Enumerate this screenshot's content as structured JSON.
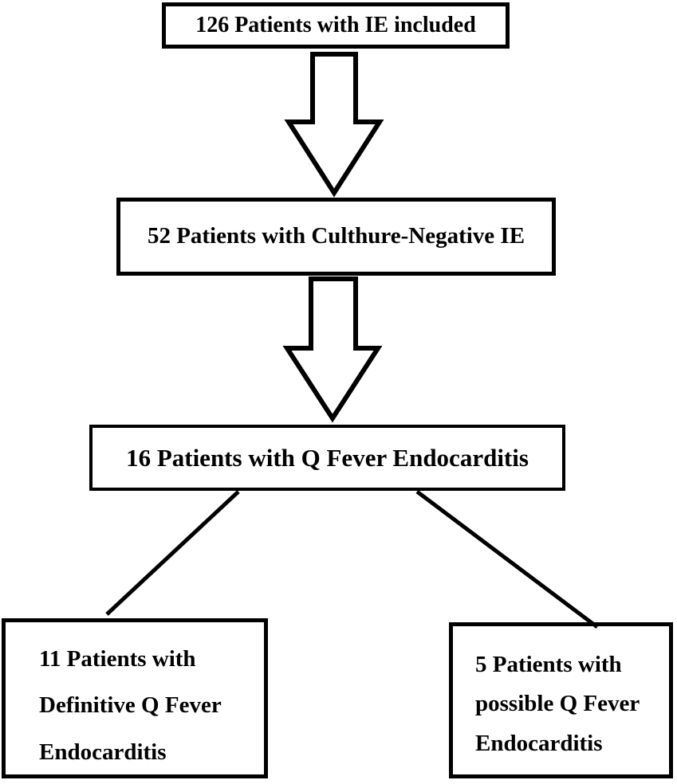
{
  "flow": {
    "ink_color": "#000000",
    "box_fill": "#ffffff",
    "nodes": [
      {
        "id": "ie-included",
        "text": "126 Patients with IE included"
      },
      {
        "id": "culture-negative",
        "text": "52 Patients with Culthure-Negative IE"
      },
      {
        "id": "q-fever",
        "text": "16 Patients with Q Fever Endocarditis"
      },
      {
        "id": "definitive-q-fever",
        "lines": [
          "11 Patients with",
          "Definitive Q Fever",
          "Endocarditis"
        ]
      },
      {
        "id": "possible-q-fever",
        "lines": [
          "5 Patients with",
          "possible Q Fever",
          "Endocarditis"
        ]
      }
    ],
    "connectors": [
      {
        "type": "block-arrow-down",
        "from": "ie-included",
        "to": "culture-negative"
      },
      {
        "type": "block-arrow-down",
        "from": "culture-negative",
        "to": "q-fever"
      },
      {
        "type": "line",
        "from": "q-fever",
        "to": "definitive-q-fever"
      },
      {
        "type": "line",
        "from": "q-fever",
        "to": "possible-q-fever"
      }
    ]
  }
}
